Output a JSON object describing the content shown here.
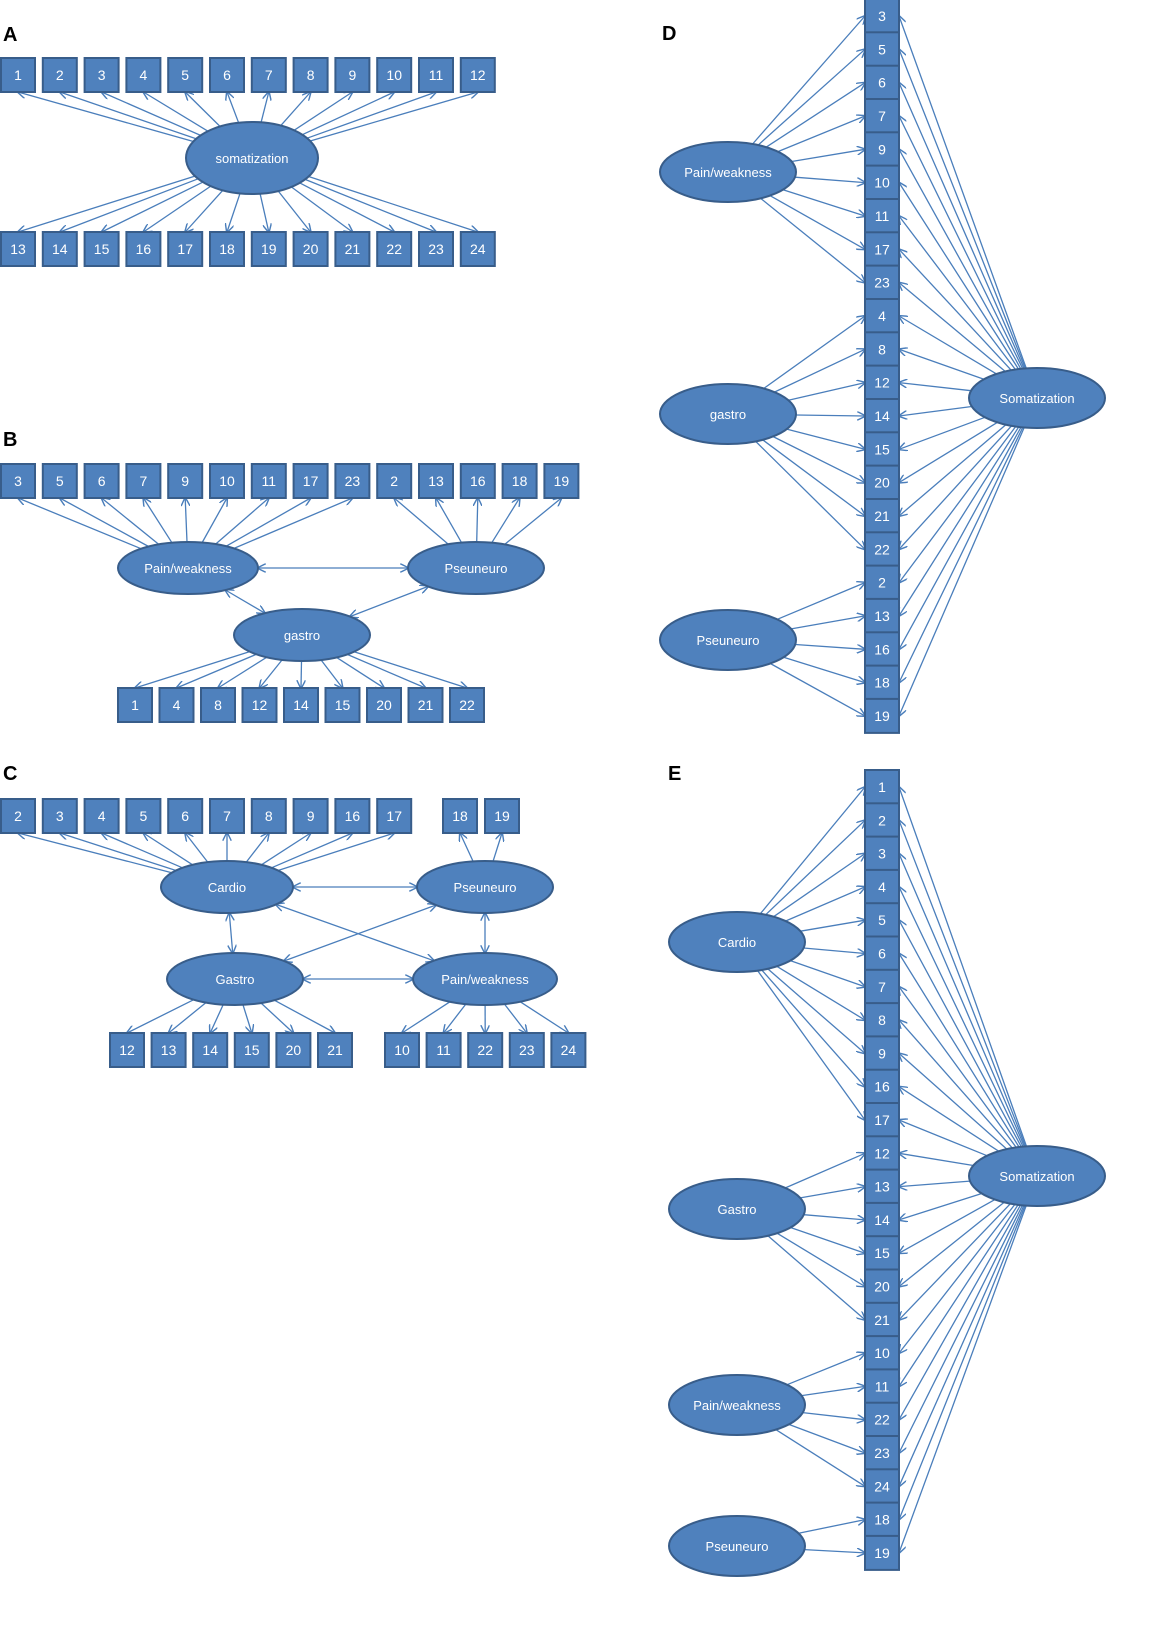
{
  "colors": {
    "fill": "#4F81BD",
    "stroke": "#385D8A",
    "edge": "#4A7EBB",
    "text": "#FFFFFF",
    "label": "#000000"
  },
  "panels": [
    {
      "id": "A",
      "label": "A",
      "latents": [
        {
          "id": "somatization",
          "label": "somatization"
        }
      ],
      "items": [
        "1",
        "2",
        "3",
        "4",
        "5",
        "6",
        "7",
        "8",
        "9",
        "10",
        "11",
        "12",
        "13",
        "14",
        "15",
        "16",
        "17",
        "18",
        "19",
        "20",
        "21",
        "22",
        "23",
        "24"
      ],
      "loadings": [
        {
          "latent": "somatization",
          "items": [
            "1",
            "2",
            "3",
            "4",
            "5",
            "6",
            "7",
            "8",
            "9",
            "10",
            "11",
            "12",
            "13",
            "14",
            "15",
            "16",
            "17",
            "18",
            "19",
            "20",
            "21",
            "22",
            "23",
            "24"
          ]
        }
      ],
      "correlations": []
    },
    {
      "id": "B",
      "label": "B",
      "latents": [
        {
          "id": "pain",
          "label": "Pain/weakness"
        },
        {
          "id": "pseu",
          "label": "Pseuneuro"
        },
        {
          "id": "gastro",
          "label": "gastro"
        }
      ],
      "items": [
        "3",
        "5",
        "6",
        "7",
        "9",
        "10",
        "11",
        "17",
        "23",
        "2",
        "13",
        "16",
        "18",
        "19",
        "1",
        "4",
        "8",
        "12",
        "14",
        "15",
        "20",
        "21",
        "22"
      ],
      "loadings": [
        {
          "latent": "pain",
          "items": [
            "3",
            "5",
            "6",
            "7",
            "9",
            "10",
            "11",
            "17",
            "23"
          ]
        },
        {
          "latent": "pseu",
          "items": [
            "2",
            "13",
            "16",
            "18",
            "19"
          ]
        },
        {
          "latent": "gastro",
          "items": [
            "1",
            "4",
            "8",
            "12",
            "14",
            "15",
            "20",
            "21",
            "22"
          ]
        }
      ],
      "correlations": [
        [
          "pain",
          "pseu"
        ],
        [
          "pain",
          "gastro"
        ],
        [
          "gastro",
          "pseu"
        ]
      ]
    },
    {
      "id": "C",
      "label": "C",
      "latents": [
        {
          "id": "cardio",
          "label": "Cardio"
        },
        {
          "id": "pseu",
          "label": "Pseuneuro"
        },
        {
          "id": "gastro",
          "label": "Gastro"
        },
        {
          "id": "pain",
          "label": "Pain/weakness"
        }
      ],
      "items": [
        "2",
        "3",
        "4",
        "5",
        "6",
        "7",
        "8",
        "9",
        "16",
        "17",
        "18",
        "19",
        "12",
        "13",
        "14",
        "15",
        "20",
        "21",
        "10",
        "11",
        "22",
        "23",
        "24"
      ],
      "loadings": [
        {
          "latent": "cardio",
          "items": [
            "2",
            "3",
            "4",
            "5",
            "6",
            "7",
            "8",
            "9",
            "16",
            "17"
          ]
        },
        {
          "latent": "pseu",
          "items": [
            "18",
            "19"
          ]
        },
        {
          "latent": "gastro",
          "items": [
            "12",
            "13",
            "14",
            "15",
            "20",
            "21"
          ]
        },
        {
          "latent": "pain",
          "items": [
            "10",
            "11",
            "22",
            "23",
            "24"
          ]
        }
      ],
      "correlations": [
        [
          "cardio",
          "pseu"
        ],
        [
          "cardio",
          "gastro"
        ],
        [
          "cardio",
          "pain"
        ],
        [
          "gastro",
          "pseu"
        ],
        [
          "gastro",
          "pain"
        ],
        [
          "pain",
          "pseu"
        ]
      ]
    },
    {
      "id": "D",
      "label": "D",
      "latents": [
        {
          "id": "pain",
          "label": "Pain/weakness"
        },
        {
          "id": "gastro",
          "label": "gastro"
        },
        {
          "id": "pseu",
          "label": "Pseuneuro"
        },
        {
          "id": "soma",
          "label": "Somatization"
        }
      ],
      "items": [
        "3",
        "5",
        "6",
        "7",
        "9",
        "10",
        "11",
        "17",
        "23",
        "4",
        "8",
        "12",
        "14",
        "15",
        "20",
        "21",
        "22",
        "2",
        "13",
        "16",
        "18",
        "19"
      ],
      "loadings": [
        {
          "latent": "pain",
          "items": [
            "3",
            "5",
            "6",
            "7",
            "9",
            "10",
            "11",
            "17",
            "23"
          ]
        },
        {
          "latent": "gastro",
          "items": [
            "4",
            "8",
            "12",
            "14",
            "15",
            "20",
            "21",
            "22"
          ]
        },
        {
          "latent": "pseu",
          "items": [
            "2",
            "13",
            "16",
            "18",
            "19"
          ]
        },
        {
          "latent": "soma",
          "items": [
            "3",
            "5",
            "6",
            "7",
            "9",
            "10",
            "11",
            "17",
            "23",
            "4",
            "8",
            "12",
            "14",
            "15",
            "20",
            "21",
            "22",
            "2",
            "13",
            "16",
            "18",
            "19"
          ]
        }
      ],
      "correlations": []
    },
    {
      "id": "E",
      "label": "E",
      "latents": [
        {
          "id": "cardio",
          "label": "Cardio"
        },
        {
          "id": "gastro",
          "label": "Gastro"
        },
        {
          "id": "pain",
          "label": "Pain/weakness"
        },
        {
          "id": "pseu",
          "label": "Pseuneuro"
        },
        {
          "id": "soma",
          "label": "Somatization"
        }
      ],
      "items": [
        "1",
        "2",
        "3",
        "4",
        "5",
        "6",
        "7",
        "8",
        "9",
        "16",
        "17",
        "12",
        "13",
        "14",
        "15",
        "20",
        "21",
        "10",
        "11",
        "22",
        "23",
        "24",
        "18",
        "19"
      ],
      "loadings": [
        {
          "latent": "cardio",
          "items": [
            "1",
            "2",
            "3",
            "4",
            "5",
            "6",
            "7",
            "8",
            "9",
            "16",
            "17"
          ]
        },
        {
          "latent": "gastro",
          "items": [
            "12",
            "13",
            "14",
            "15",
            "20",
            "21"
          ]
        },
        {
          "latent": "pain",
          "items": [
            "10",
            "11",
            "22",
            "23",
            "24"
          ]
        },
        {
          "latent": "pseu",
          "items": [
            "18",
            "19"
          ]
        },
        {
          "latent": "soma",
          "items": [
            "1",
            "2",
            "3",
            "4",
            "5",
            "6",
            "7",
            "8",
            "9",
            "16",
            "17",
            "12",
            "13",
            "14",
            "15",
            "20",
            "21",
            "10",
            "11",
            "22",
            "23",
            "24",
            "18",
            "19"
          ]
        }
      ],
      "correlations": []
    }
  ]
}
